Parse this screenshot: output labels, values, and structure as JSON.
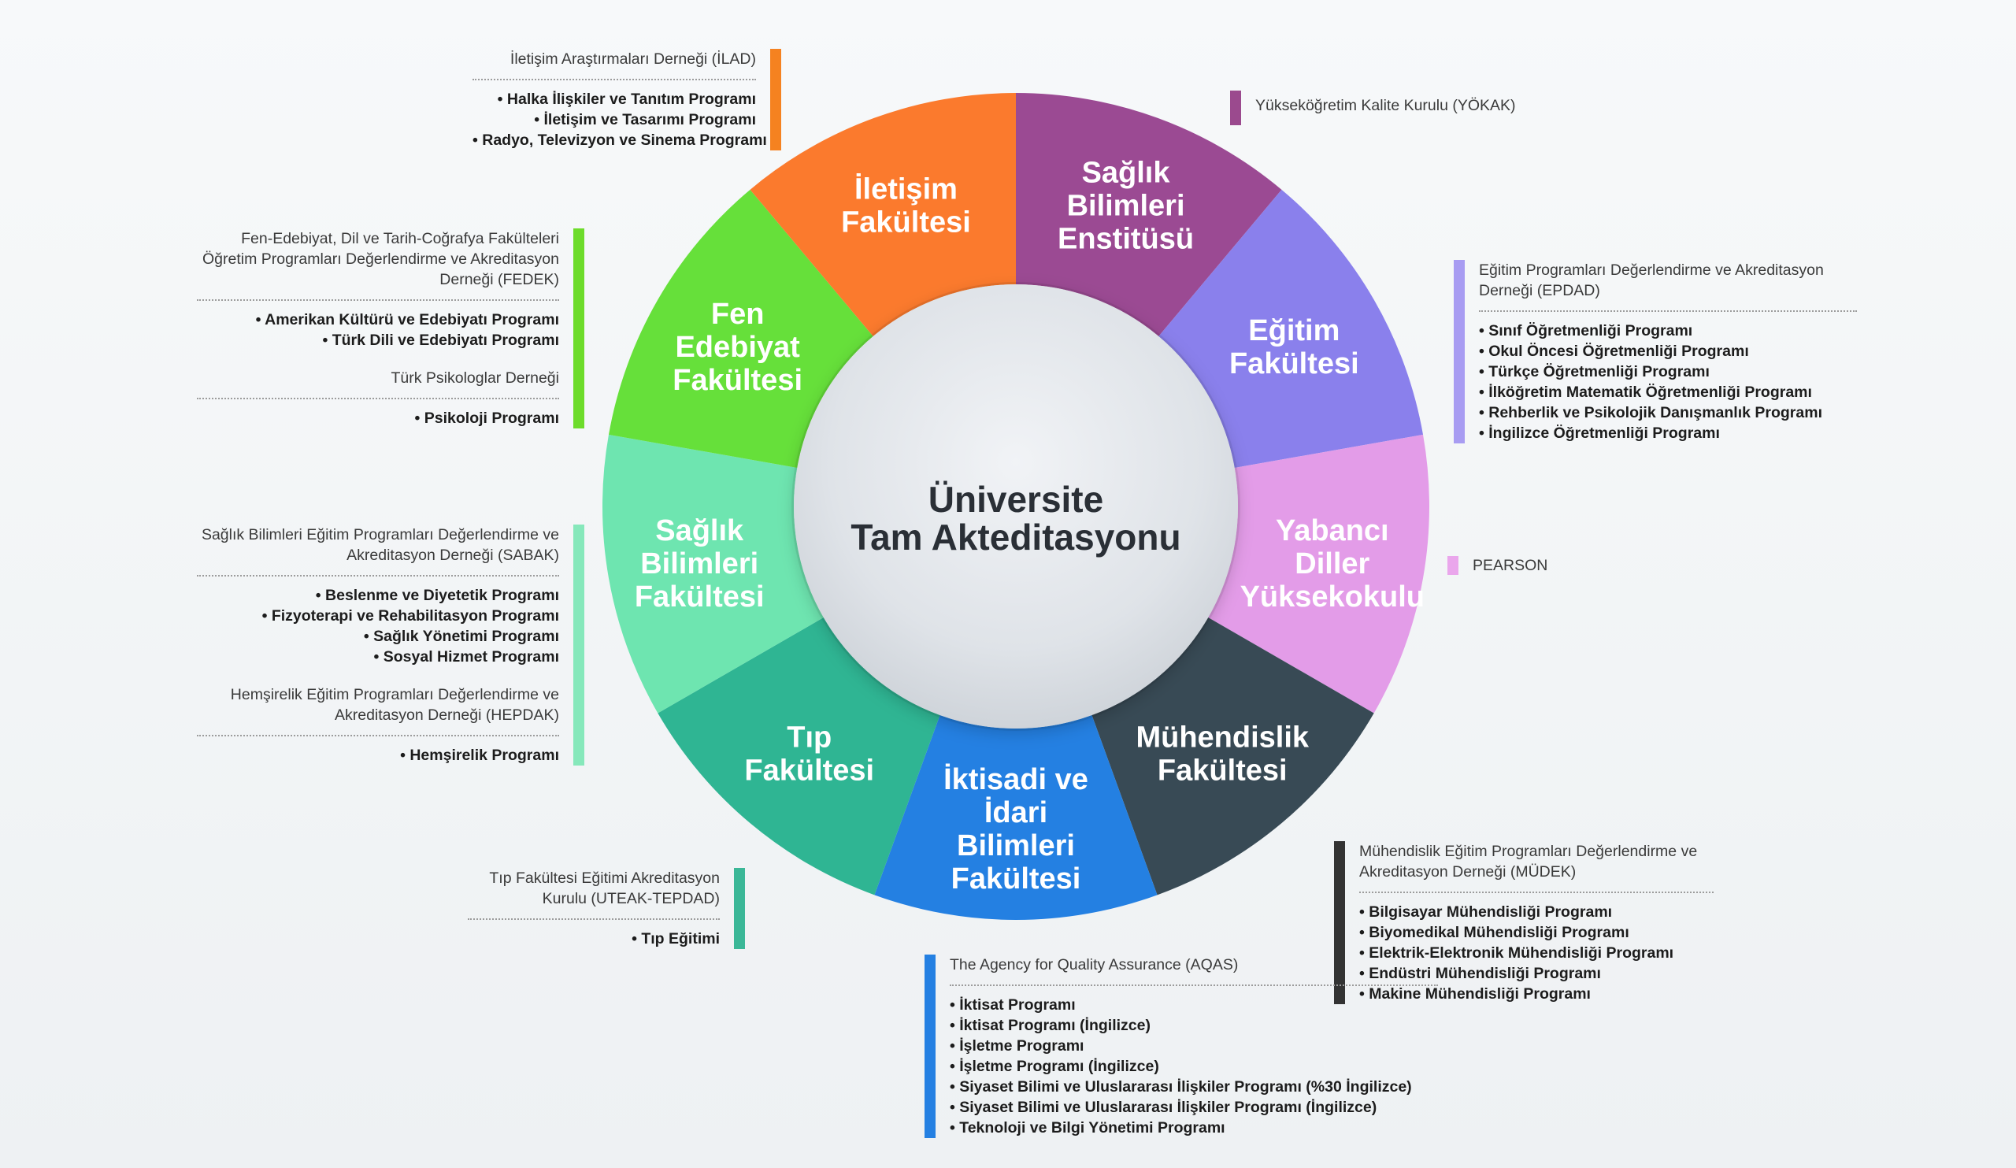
{
  "center": {
    "line1": "Üniversite",
    "line2": "Tam Akteditasyonu"
  },
  "segments": [
    {
      "id": "saglik-enstitusu",
      "lines": [
        "Sağlık",
        "Bilimleri",
        "Enstitüsü"
      ],
      "color": "#9b4a93"
    },
    {
      "id": "egitim",
      "lines": [
        "Eğitim",
        "Fakültesi"
      ],
      "color": "#8a80ec"
    },
    {
      "id": "yabanci-diller",
      "lines": [
        "Yabancı",
        "Diller",
        "Yüksekokulu"
      ],
      "color": "#e39ce8"
    },
    {
      "id": "muhendislik",
      "lines": [
        "Mühendislik",
        "Fakültesi"
      ],
      "color": "#384a55"
    },
    {
      "id": "iktisadi-idari",
      "lines": [
        "İktisadi ve",
        "İdari",
        "Bilimleri",
        "Fakültesi"
      ],
      "color": "#2480e2"
    },
    {
      "id": "tip",
      "lines": [
        "Tıp",
        "Fakültesi"
      ],
      "color": "#2fb593"
    },
    {
      "id": "saglik-fakultesi",
      "lines": [
        "Sağlık",
        "Bilimleri",
        "Fakültesi"
      ],
      "color": "#6ee5b0"
    },
    {
      "id": "fen-edebiyat",
      "lines": [
        "Fen",
        "Edebiyat",
        "Fakültesi"
      ],
      "color": "#66e03a"
    },
    {
      "id": "iletisim",
      "lines": [
        "İletişim",
        "Fakültesi"
      ],
      "color": "#fb7a2d"
    }
  ],
  "blocks": {
    "ilad": {
      "color": "#f58220",
      "org": "İletişim Araştırmaları Derneği (İLAD)",
      "programs": [
        "Halka İlişkiler ve Tanıtım Programı",
        "İletişim ve Tasarımı Programı",
        "Radyo, Televizyon ve Sinema Programı"
      ]
    },
    "yokak": {
      "color": "#9b4a8e",
      "org": "Yükseköğretim Kalite Kurulu (YÖKAK)"
    },
    "fedek": {
      "color": "#6ddc2b",
      "org": "Fen-Edebiyat, Dil ve Tarih-Coğrafya Fakülteleri Öğretim Programları Değerlendirme ve Akreditasyon Derneği (FEDEK)",
      "programs": [
        "Amerikan Kültürü ve Edebiyatı Programı",
        "Türk Dili ve Edebiyatı Programı"
      ],
      "org2": "Türk Psikologlar Derneği",
      "programs2": [
        "Psikoloji Programı"
      ]
    },
    "epdad": {
      "color": "#a89cf2",
      "org": "Eğitim Programları Değerlendirme ve Akreditasyon Derneği (EPDAD)",
      "programs": [
        "Sınıf Öğretmenliği Programı",
        "Okul Öncesi Öğretmenliği Programı",
        "Türkçe Öğretmenliği Programı",
        "İlköğretim Matematik Öğretmenliği Programı",
        "Rehberlik ve Psikolojik Danışmanlık Programı",
        "İngilizce Öğretmenliği Programı"
      ]
    },
    "pearson": {
      "color": "#eaa6ec",
      "org": "PEARSON"
    },
    "sabak": {
      "color": "#86e8bb",
      "org": "Sağlık Bilimleri Eğitim Programları Değerlendirme ve Akreditasyon Derneği (SABAK)",
      "programs": [
        "Beslenme ve Diyetetik Programı",
        "Fizyoterapi ve Rehabilitasyon Programı",
        "Sağlık Yönetimi Programı",
        "Sosyal Hizmet Programı"
      ],
      "org2": "Hemşirelik Eğitim Programları Değerlendirme ve Akreditasyon Derneği (HEPDAK)",
      "programs2": [
        "Hemşirelik Programı"
      ]
    },
    "mudek": {
      "color": "#333333",
      "org": "Mühendislik Eğitim Programları Değerlendirme ve Akreditasyon Derneği (MÜDEK)",
      "programs": [
        "Bilgisayar Mühendisliği Programı",
        "Biyomedikal Mühendisliği Programı",
        "Elektrik-Elektronik Mühendisliği Programı",
        "Endüstri Mühendisliği Programı",
        "Makine Mühendisliği Programı"
      ]
    },
    "uteak": {
      "color": "#3bb797",
      "org": "Tıp Fakültesi Eğitimi Akreditasyon Kurulu (UTEAK-TEPDAD)",
      "programs": [
        "Tıp Eğitimi"
      ]
    },
    "aqas": {
      "color": "#2480e2",
      "org": "The Agency for Quality Assurance (AQAS)",
      "programs": [
        "İktisat Programı",
        "İktisat Programı (İngilizce)",
        "İşletme Programı",
        "İşletme Programı (İngilizce)",
        "Siyaset Bilimi ve Uluslararası İlişkiler Programı (%30 İngilizce)",
        "Siyaset Bilimi ve Uluslararası İlişkiler Programı (İngilizce)",
        "Teknoloji ve Bilgi Yönetimi Programı"
      ]
    }
  }
}
